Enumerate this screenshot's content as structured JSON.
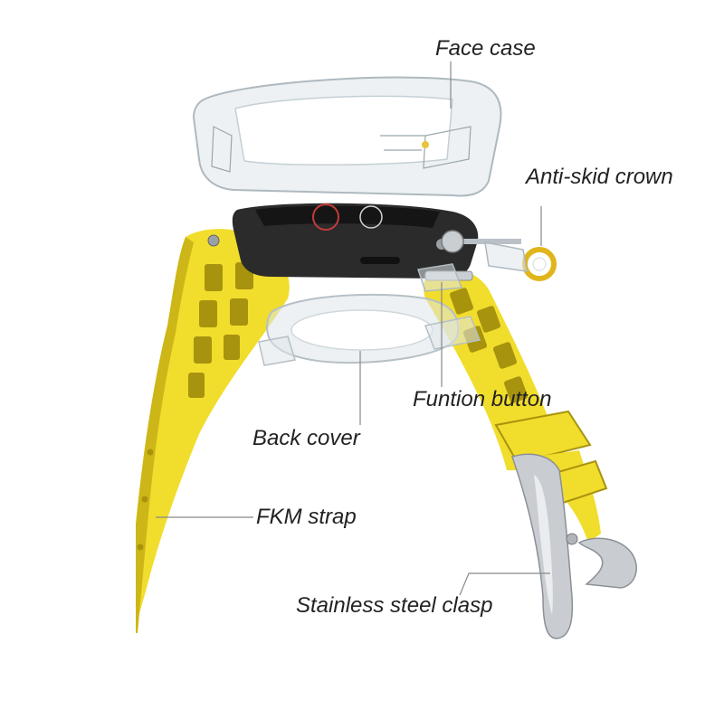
{
  "labels": {
    "face_case": "Face case",
    "anti_skid_crown": "Anti-skid crown",
    "function_button": "Funtion button",
    "back_cover": "Back cover",
    "fkm_strap": "FKM strap",
    "stainless_clasp": "Stainless steel clasp"
  },
  "colors": {
    "strap": "#f1dd2c",
    "strap_shadow": "#cdb617",
    "strap_dark": "#a8930e",
    "watch_body": "#2b2b2b",
    "clear_case": "#dfe6ea",
    "clasp": "#c9cdd2",
    "leader": "#888888"
  }
}
